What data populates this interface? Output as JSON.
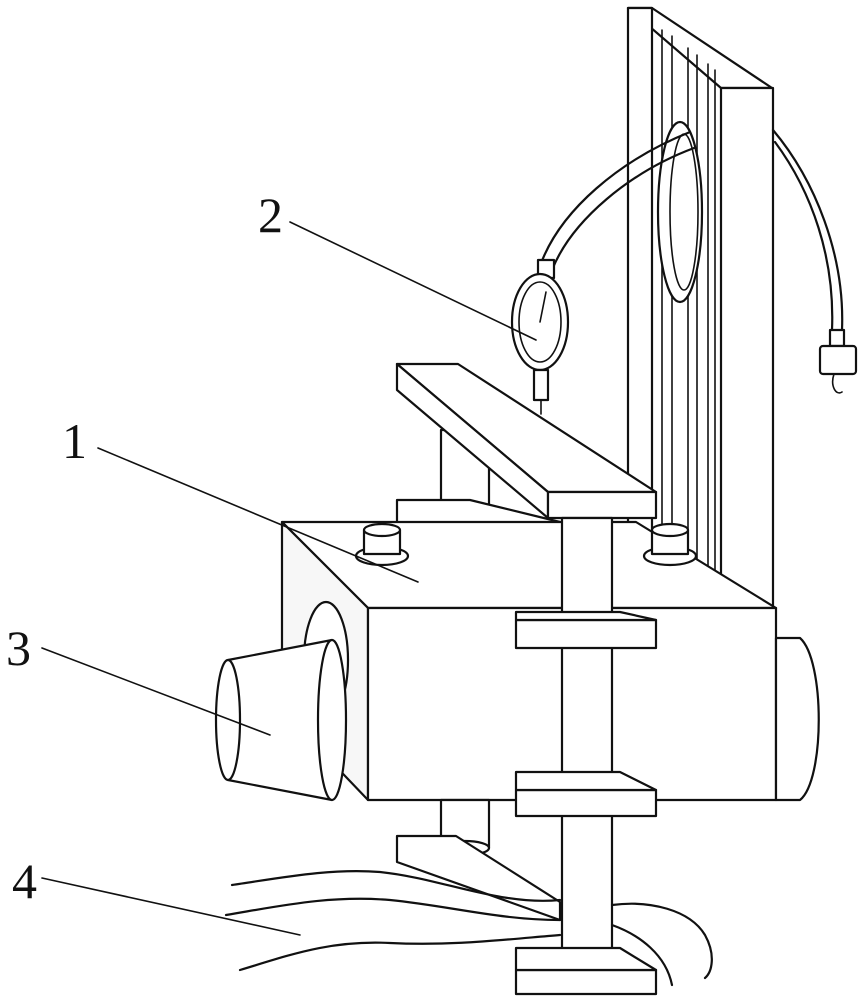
{
  "labels": {
    "part_1": "1",
    "part_2": "2",
    "part_3": "3",
    "part_4": "4"
  },
  "colors": {
    "line": "#111111",
    "background": "#ffffff"
  }
}
